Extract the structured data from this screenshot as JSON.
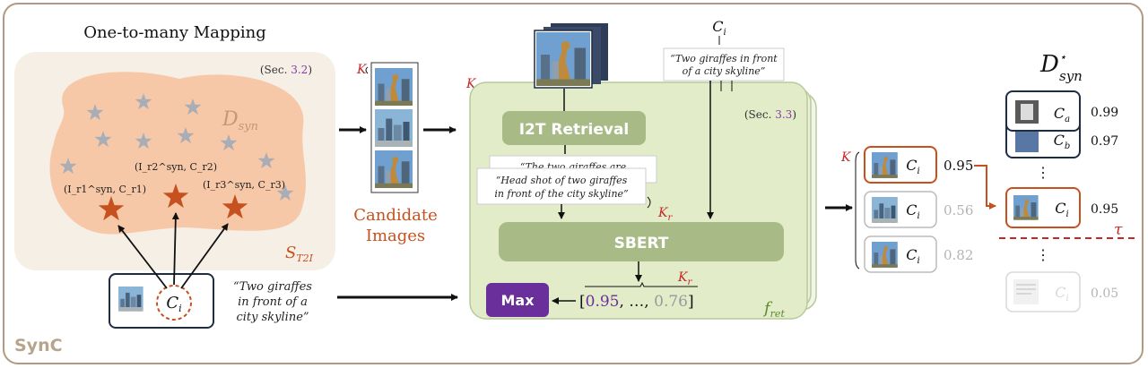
{
  "frame": {
    "label": "SynC"
  },
  "mapping": {
    "title": "One-to-many Mapping",
    "section": "(Sec. 3.2)",
    "section_ref": "3.2",
    "dsyn_label": "D",
    "dsyn_sub": "syn",
    "st2i_label": "S",
    "st2i_sub": "T2I",
    "pairs": [
      "(I_r1^syn, C_r1)",
      "(I_r2^syn, C_r2)",
      "(I_r3^syn, C_r3)"
    ],
    "caption_token": "C",
    "caption_sub": "i",
    "caption_text": [
      "“Two giraffes",
      "in front of a",
      "city skyline”"
    ]
  },
  "candidates": {
    "k_label": "K",
    "label_line1": "Candidate",
    "label_line2": "Images"
  },
  "retrieval": {
    "k_label": "K",
    "ci_label": "C",
    "ci_sub": "i",
    "caption_text": [
      "“Two giraffes in front",
      "of a city skyline”"
    ],
    "section": "(Sec. 3.3)",
    "section_ref": "3.3",
    "i2t_label": "I2T Retrieval",
    "back_caption": "“The two giraffes are",
    "front_caption": [
      "“Head shot of two giraffes",
      "in front of the city skyline”"
    ],
    "kr_label": "K",
    "kr_sub": "r",
    "sbert_label": "SBERT",
    "max_label": "Max",
    "scores_open": "[",
    "score_first": "0.95",
    "scores_mid": ", …, ",
    "score_last": "0.76",
    "scores_close": "]",
    "kr2_label": "K",
    "kr2_sub": "r",
    "fret_label": "f",
    "fret_sub": "ret"
  },
  "ranked": {
    "k_label": "K",
    "items": [
      {
        "caption": "C",
        "sub": "i",
        "score": "0.95"
      },
      {
        "caption": "C",
        "sub": "i",
        "score": "0.56"
      },
      {
        "caption": "C",
        "sub": "i",
        "score": "0.82"
      }
    ]
  },
  "dataset": {
    "title": "D",
    "title_sup": "⋆",
    "title_sub": "syn",
    "items": [
      {
        "caption": "C",
        "sub": "a",
        "score": "0.99"
      },
      {
        "caption": "C",
        "sub": "b",
        "score": "0.97"
      },
      {
        "caption": "C",
        "sub": "i",
        "score": "0.95"
      },
      {
        "caption": "C",
        "sub": "i",
        "score": "0.05"
      }
    ],
    "ellipsis": "⋮",
    "tau_label": "τ"
  },
  "colors": {
    "frame_border": "#b09a80",
    "synC_text": "#b6a48c",
    "panel_bg": "#f5efe6",
    "blob_fill": "#f7c8a8",
    "star_gray": "#a9adb6",
    "star_orange": "#c7511e",
    "accent_orange": "#c7511e",
    "purple": "#6a2f9a",
    "green_panel": "#e3ecc9",
    "green_border": "#b9c99a",
    "green_box": "#a8bb86",
    "dark_navy": "#1e2c44",
    "red_dash": "#c62828",
    "gray_text": "#b4b4b4"
  }
}
